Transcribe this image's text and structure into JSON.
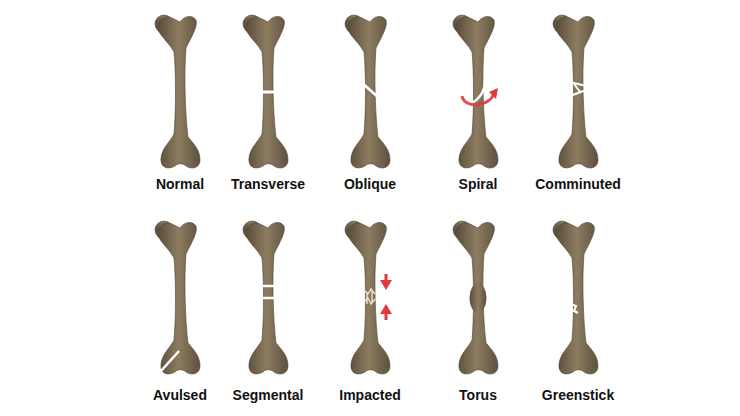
{
  "diagram": {
    "labels": [
      "Normal",
      "Transverse",
      "Oblique",
      "Spiral",
      "Comminuted",
      "Avulsed",
      "Segmental",
      "Impacted",
      "Torus",
      "Greenstick"
    ]
  }
}
